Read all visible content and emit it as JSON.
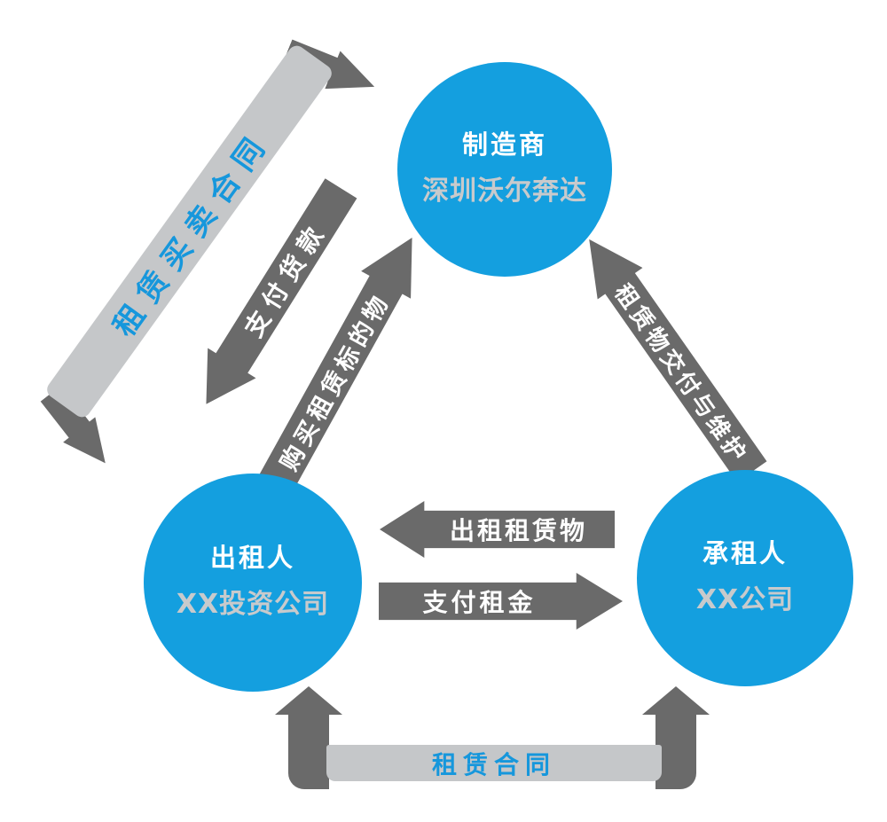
{
  "diagram": {
    "type": "relationship-flow",
    "nodes": {
      "manufacturer": {
        "role": "制造商",
        "name": "深圳沃尔奔达"
      },
      "lessor": {
        "role": "出租人",
        "name": "XX投资公司"
      },
      "lessee": {
        "role": "承租人",
        "name": "XX公司"
      }
    },
    "arrows": {
      "lease_sale_contract": {
        "label": "租赁买卖合同",
        "between": [
          "manufacturer",
          "lessor"
        ],
        "style": "light-ribbon-double-arrow"
      },
      "pay_goods": {
        "label": "支付货款",
        "from": "manufacturer",
        "to": "lessor"
      },
      "buy_leased_asset": {
        "label": "购买租赁标的物",
        "from": "lessor",
        "to": "manufacturer"
      },
      "delivery_maintenance": {
        "label": "租赁物交付与维护",
        "from": "lessee",
        "to": "manufacturer"
      },
      "lease_out_asset": {
        "label": "出租租赁物",
        "from": "lessee",
        "to": "lessor"
      },
      "pay_rent": {
        "label": "支付租金",
        "from": "lessor",
        "to": "lessee"
      },
      "lease_contract": {
        "label": "租赁合同",
        "between": [
          "lessor",
          "lessee"
        ],
        "style": "light-ribbon-double-arrow"
      }
    },
    "colors": {
      "node_blue": "#149FDF",
      "arrow_dark_gray": "#6A6A6A",
      "ribbon_light_gray": "#C5C7C9",
      "node_subtitle_gray": "#C8CACC",
      "ribbon_label_blue": "#1697DC",
      "arrow_label_white": "#FFFFFF",
      "background": "#FFFFFF"
    }
  }
}
